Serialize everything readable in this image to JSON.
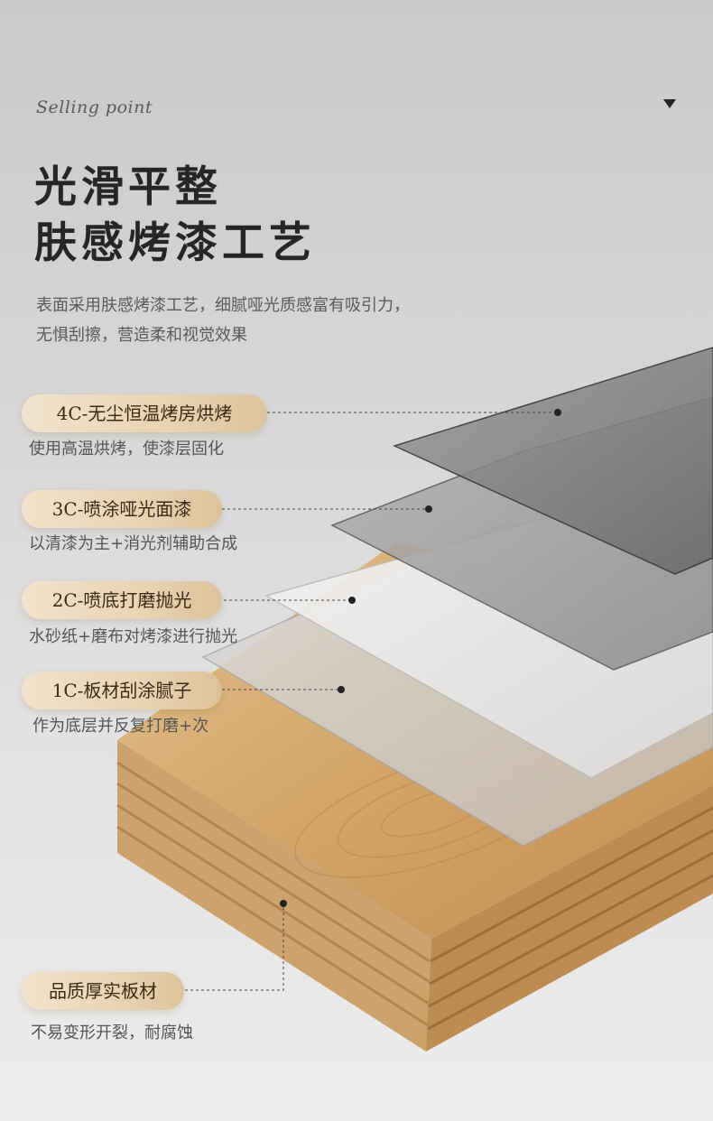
{
  "header": {
    "script_text": "Selling point",
    "title_line1": "光滑平整",
    "title_line2": "肤感烤漆工艺",
    "desc_line1": "表面采用肤感烤漆工艺，细腻哑光质感富有吸引力，",
    "desc_line2": "无惧刮擦，营造柔和视觉效果"
  },
  "layers": [
    {
      "label": "4C-无尘恒温烤房烘烤",
      "sub": "使用高温烘烤，使漆层固化"
    },
    {
      "label": "3C-喷涂哑光面漆",
      "sub": "以清漆为主+消光剂辅助合成"
    },
    {
      "label": "2C-喷底打磨抛光",
      "sub": "水砂纸+磨布对烤漆进行抛光"
    },
    {
      "label": "1C-板材刮涂腻子",
      "sub": "作为底层并反复打磨+次"
    },
    {
      "label": "品质厚实板材",
      "sub": "不易变形开裂，耐腐蚀"
    }
  ],
  "colors": {
    "pill_light": "#f1e3cd",
    "pill_dark": "#dcc29c",
    "wood": "#d4a66a",
    "glass_dark": "#6e6e6e"
  }
}
